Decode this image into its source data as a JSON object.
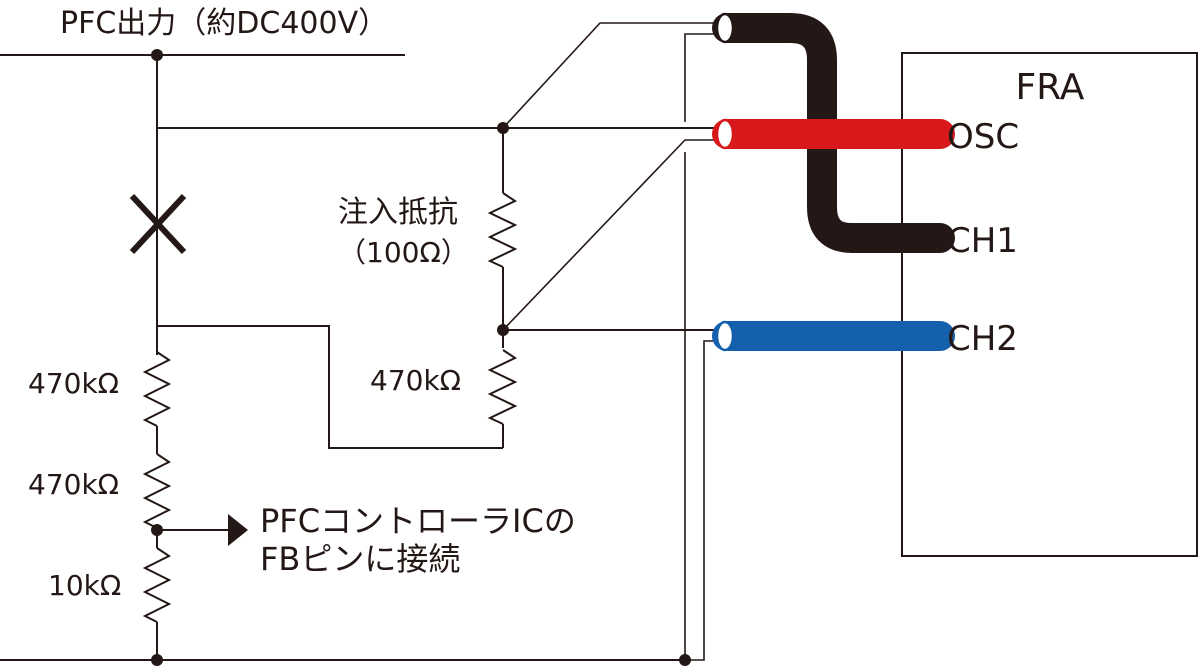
{
  "diagram": {
    "title_label": "PFC出力（約DC400V）",
    "injection_resistor": {
      "label_line1": "注入抵抗",
      "label_line2": "（100Ω）"
    },
    "resistors": {
      "r_upper_left": "470kΩ",
      "r_middle_left": "470kΩ",
      "r_bottom_left": "10kΩ",
      "r_right": "470kΩ"
    },
    "fb_note": {
      "line1": "PFCコントローラICの",
      "line2": "FBピンに接続"
    },
    "fra": {
      "title": "FRA",
      "ports": [
        "OSC",
        "CH1",
        "CH2"
      ]
    },
    "cable_colors": {
      "osc": "#d7191c",
      "ch1": "#231815",
      "ch2": "#1560ad"
    },
    "break_mark": "cut-mark"
  }
}
